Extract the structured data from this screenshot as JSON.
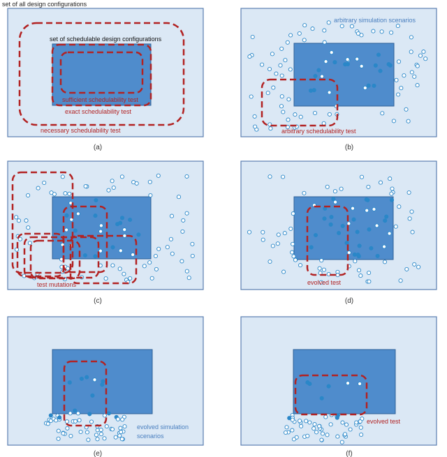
{
  "colors": {
    "outer_fill": "#dbe8f5",
    "outer_stroke": "#5b7fb0",
    "inner_fill": "#4f8ccc",
    "inner_stroke": "#2e5f96",
    "dashed": "#b22222",
    "red_text": "#b22222",
    "blue_text": "#4a7fbf",
    "dot": "#2a87c8"
  },
  "top_label": "set of all design configurations",
  "panels": {
    "a": {
      "caption": "(a)",
      "schedulable_label": "set of schedulable design configurations",
      "sufficient_label": "sufficient schedulability test",
      "exact_label": "exact schedulability test",
      "necessary_label": "necessary schedulability test"
    },
    "b": {
      "caption": "(b)",
      "scenarios_label": "arbitrary simulation scenarios",
      "test_label": "arbitrary schedulability test"
    },
    "c": {
      "caption": "(c)",
      "mutations_label": "test mutations"
    },
    "d": {
      "caption": "(d)",
      "evolved_label": "evolved test"
    },
    "e": {
      "caption": "(e)",
      "evolved_sim_label_1": "evolved simulation",
      "evolved_sim_label_2": "scenarios"
    },
    "f": {
      "caption": "(f)",
      "evolved_label": "evolved test"
    }
  }
}
